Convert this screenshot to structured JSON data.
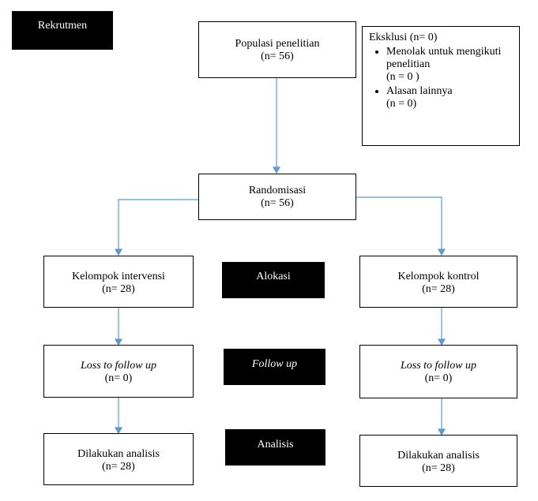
{
  "labels": {
    "rekrutmen": "Rekrutmen",
    "alokasi": "Alokasi",
    "follow_up": "Follow up",
    "analisis": "Analisis"
  },
  "populasi": {
    "title": "Populasi penelitian",
    "n": "(n= 56)"
  },
  "eksklusi": {
    "title": "Eksklusi (n= 0)",
    "items": [
      {
        "text": "Menolak untuk mengikuti penelitian",
        "n": "(n = 0 )"
      },
      {
        "text": "Alasan lainnya",
        "n": "(n = 0)"
      }
    ]
  },
  "randomisasi": {
    "title": "Randomisasi",
    "n": "(n= 56)"
  },
  "intervensi": {
    "group": {
      "title": "Kelompok intervensi",
      "n": "(n= 28)"
    },
    "loss": {
      "title": "Loss to follow up",
      "n": "(n= 0)"
    },
    "analysis": {
      "title": "Dilakukan analisis",
      "n": "(n= 28)"
    }
  },
  "kontrol": {
    "group": {
      "title": "Kelompok kontrol",
      "n": "(n= 28)"
    },
    "loss": {
      "title": "Loss to follow up",
      "n": "(n= 0)"
    },
    "analysis": {
      "title": "Dilakukan analisis",
      "n": "(n= 28)"
    }
  },
  "colors": {
    "arrow": "#5b9bd5",
    "label_bg": "#000000"
  }
}
